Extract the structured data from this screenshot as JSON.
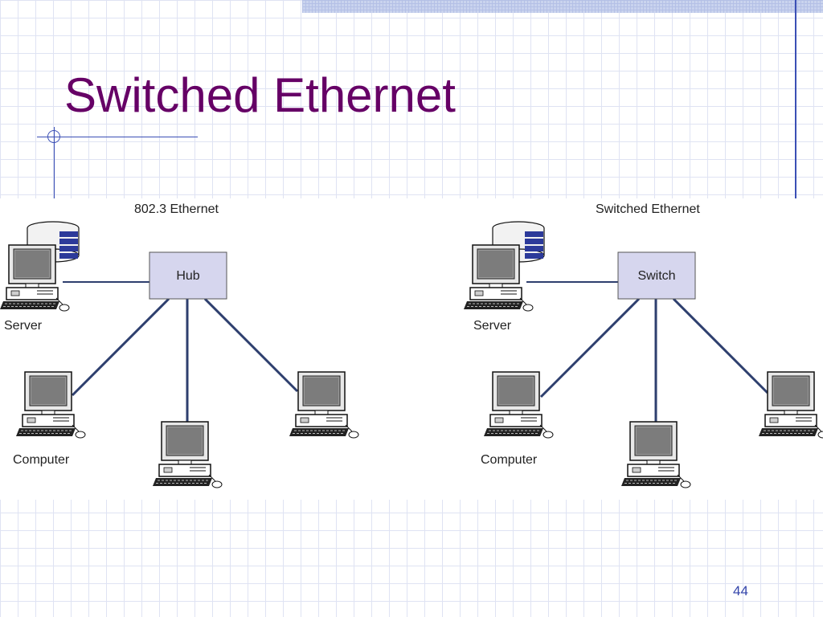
{
  "slide": {
    "title": "Switched Ethernet",
    "page_number": "44"
  },
  "diagram": {
    "left": {
      "caption": "802.3  Ethernet",
      "center_node": "Hub",
      "server_label": "Server",
      "computer_label": "Computer"
    },
    "right": {
      "caption": "Switched Ethernet",
      "center_node": "Switch",
      "server_label": "Server",
      "computer_label": "Computer"
    }
  },
  "colors": {
    "title": "#660066",
    "link": "#2e3f6e",
    "node_fill": "#d6d6ee",
    "page_number": "#3344aa",
    "grid": "#dfe3f3"
  }
}
